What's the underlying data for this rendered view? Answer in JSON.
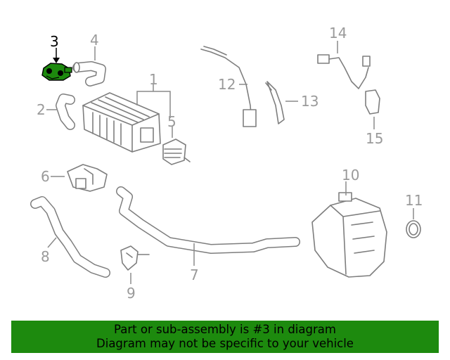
{
  "diagram": {
    "highlight_color": "#1d8a0e",
    "callouts": [
      {
        "id": "3",
        "label": "3",
        "highlighted": true
      },
      {
        "id": "4",
        "label": "4"
      },
      {
        "id": "1",
        "label": "1"
      },
      {
        "id": "2",
        "label": "2"
      },
      {
        "id": "5",
        "label": "5"
      },
      {
        "id": "6",
        "label": "6"
      },
      {
        "id": "7",
        "label": "7"
      },
      {
        "id": "8",
        "label": "8"
      },
      {
        "id": "9",
        "label": "9"
      },
      {
        "id": "10",
        "label": "10"
      },
      {
        "id": "11",
        "label": "11"
      },
      {
        "id": "12",
        "label": "12"
      },
      {
        "id": "13",
        "label": "13"
      },
      {
        "id": "14",
        "label": "14"
      },
      {
        "id": "15",
        "label": "15"
      }
    ]
  },
  "banner": {
    "line1": "Part or sub-assembly is #3 in diagram",
    "line2": "Diagram may not be specific to your vehicle",
    "background": "#1d8a0e"
  }
}
